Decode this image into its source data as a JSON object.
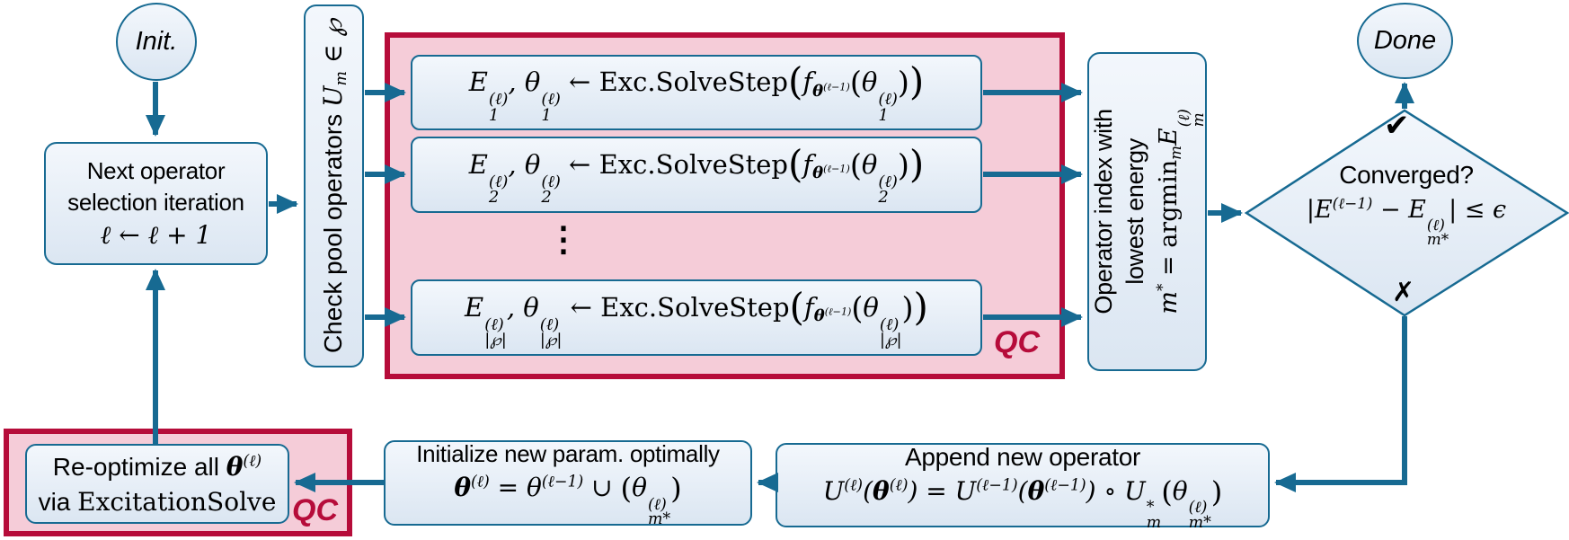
{
  "colors": {
    "teal_accent": "#176a92",
    "node_fill_top": "#f3f7fc",
    "node_fill_bottom": "#dbe6f2",
    "qc_pink_fill": "#f5ccd8",
    "qc_crimson": "#b60c3a",
    "text": "#000000"
  },
  "init": {
    "label": "Init."
  },
  "done": {
    "label": "Done"
  },
  "next_iteration": {
    "line1": "Next operator",
    "line2": "selection iteration",
    "math": "ℓ ← ℓ + 1"
  },
  "check_pool": {
    "math": "${Check pool operators }U_{m} ∈ ℘"
  },
  "qc_main": {
    "badge": "QC",
    "rows": [
      {
        "math": "E~{(ℓ)}{1}, θ~{(ℓ)}{1} ← @{Exc.SolveStep}«f_{!{θ}^{(ℓ−1)}}‹θ~{(ℓ)}{1}›»"
      },
      {
        "math": "E~{(ℓ)}{2}, θ~{(ℓ)}{2} ← @{Exc.SolveStep}«f_{!{θ}^{(ℓ−1)}}‹θ~{(ℓ)}{2}›»"
      },
      {
        "math": "E~{(ℓ)}{|℘|}, θ~{(ℓ)}{|℘|} ← @{Exc.SolveStep}«f_{!{θ}^{(ℓ−1)}}‹θ~{(ℓ)}{|℘|}›»"
      }
    ],
    "dots": "⋮"
  },
  "argmin_box": {
    "line1": "Operator index with",
    "line2": "lowest energy",
    "math": "m^{*} = @{argmin}_{m}E~{(ℓ)}{m}"
  },
  "converged": {
    "question": "Converged?",
    "math": "|E^{(ℓ−1)} − E~{(ℓ)}{m*}| ≤ ϵ",
    "yes_mark": "✔",
    "no_mark": "✗"
  },
  "append_op": {
    "title": "Append new operator",
    "math": "U^{(ℓ)}(!{θ}^{(ℓ)}) = U^{(ℓ−1)}(!{θ}^{(ℓ−1)}) ∘ U~{*}{m}‹θ~{(ℓ)}{m*}›"
  },
  "init_params": {
    "title": "Initialize new param. optimally",
    "math": "!{θ}^{(ℓ)} = θ^{(ℓ−1)} ∪ ‹θ~{(ℓ)}{m*}›"
  },
  "reoptimize": {
    "badge": "QC",
    "math_line1": "${Re-optimize all }!{θ}^{(ℓ)}",
    "math_line2": "${via }@{ExcitationSolve}"
  }
}
